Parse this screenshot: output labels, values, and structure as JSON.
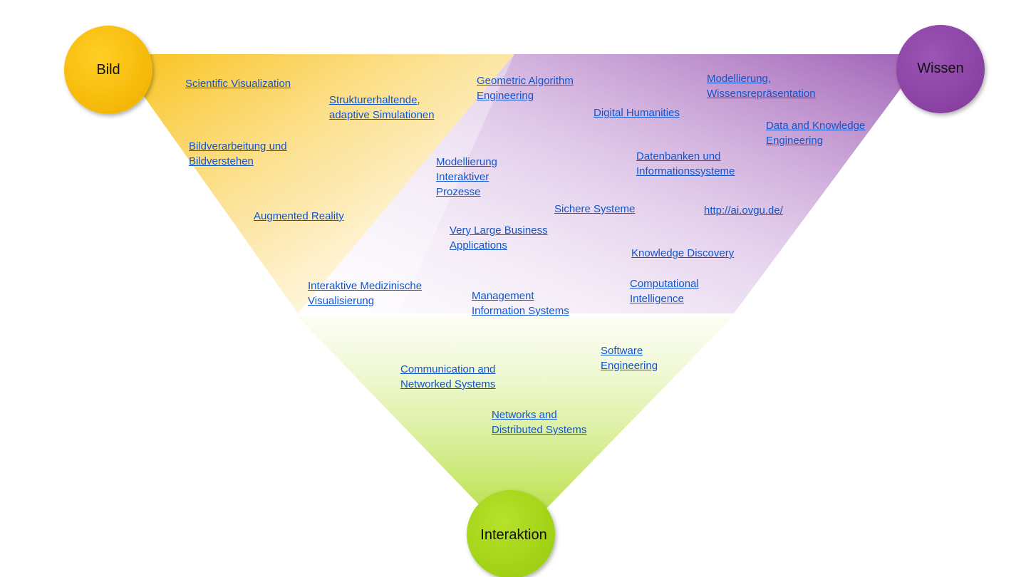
{
  "colors": {
    "bild": "#f9bd07",
    "wissen": "#8e44a8",
    "interaktion": "#a8d81a",
    "link": "#1155cc"
  },
  "nodes": {
    "bild": "Bild",
    "wissen": "Wissen",
    "interaktion": "Interaktion"
  },
  "links": [
    {
      "id": "scientific-visualization",
      "lines": [
        "Scientific Visualization"
      ]
    },
    {
      "id": "strukturerhaltende",
      "lines": [
        "Strukturerhaltende,",
        "adaptive Simulationen"
      ]
    },
    {
      "id": "geometric-algorithm",
      "lines": [
        "Geometric Algorithm",
        "Engineering"
      ]
    },
    {
      "id": "modellierung-wissen",
      "lines": [
        "Modellierung,",
        "Wissensrepräsentation"
      ]
    },
    {
      "id": "digital-humanities",
      "lines": [
        "Digital Humanities"
      ]
    },
    {
      "id": "data-knowledge",
      "lines": [
        "Data and Knowledge",
        "Engineering"
      ]
    },
    {
      "id": "bildverarbeitung",
      "lines": [
        "Bildverarbeitung und",
        "Bildverstehen"
      ]
    },
    {
      "id": "datenbanken",
      "lines": [
        "Datenbanken und",
        "Informationssysteme"
      ]
    },
    {
      "id": "modellierung-prozesse",
      "lines": [
        "Modellierung",
        "Interaktiver",
        "Prozesse"
      ]
    },
    {
      "id": "augmented-reality",
      "lines": [
        "Augmented Reality"
      ]
    },
    {
      "id": "sichere-systeme",
      "lines": [
        "Sichere Systeme"
      ]
    },
    {
      "id": "ai-ovgu",
      "lines": [
        "http://ai.ovgu.de/"
      ]
    },
    {
      "id": "very-large-business",
      "lines": [
        "Very Large Business",
        "Applications"
      ]
    },
    {
      "id": "knowledge-discovery",
      "lines": [
        "Knowledge Discovery"
      ]
    },
    {
      "id": "medizinische-visualisierung",
      "lines": [
        "Interaktive Medizinische",
        "Visualisierung"
      ]
    },
    {
      "id": "management-information",
      "lines": [
        "Management",
        "Information Systems"
      ]
    },
    {
      "id": "computational-intelligence",
      "lines": [
        "Computational",
        "Intelligence"
      ]
    },
    {
      "id": "software-engineering",
      "lines": [
        "Software",
        "Engineering"
      ]
    },
    {
      "id": "communication-networked",
      "lines": [
        "Communication and",
        "Networked Systems"
      ]
    },
    {
      "id": "networks-distributed",
      "lines": [
        "Networks and",
        "Distributed Systems"
      ]
    }
  ]
}
